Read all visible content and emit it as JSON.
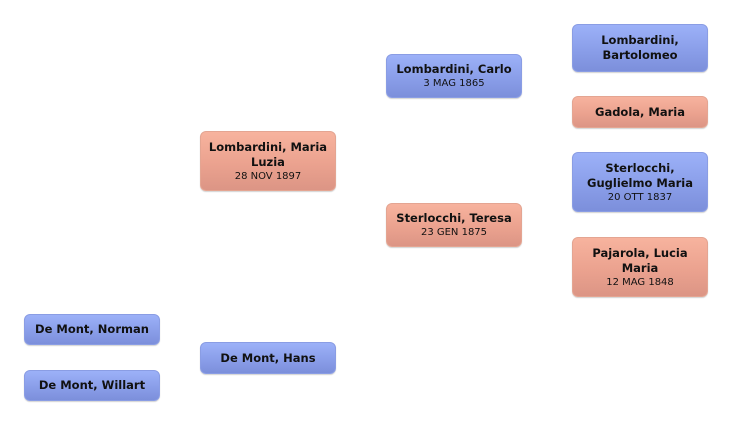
{
  "tree": {
    "people": [
      {
        "id": "lombardini-bartolomeo",
        "name": "Lombardini, Bartolomeo",
        "date": "",
        "sex": "male"
      },
      {
        "id": "gadola-maria",
        "name": "Gadola, Maria",
        "date": "",
        "sex": "female"
      },
      {
        "id": "sterlocchi-guglielmo-maria",
        "name": "Sterlocchi, Guglielmo Maria",
        "date": "20 OTT 1837",
        "sex": "male"
      },
      {
        "id": "pajarola-lucia-maria",
        "name": "Pajarola, Lucia Maria",
        "date": "12 MAG 1848",
        "sex": "female"
      },
      {
        "id": "lombardini-carlo",
        "name": "Lombardini, Carlo",
        "date": "3 MAG 1865",
        "sex": "male"
      },
      {
        "id": "sterlocchi-teresa",
        "name": "Sterlocchi, Teresa",
        "date": "23 GEN 1875",
        "sex": "female"
      },
      {
        "id": "lombardini-maria-luzia",
        "name": "Lombardini, Maria Luzia",
        "date": "28 NOV 1897",
        "sex": "female"
      },
      {
        "id": "de-mont-hans",
        "name": "De Mont, Hans",
        "date": "",
        "sex": "male"
      },
      {
        "id": "de-mont-norman",
        "name": "De Mont, Norman",
        "date": "",
        "sex": "male"
      },
      {
        "id": "de-mont-willart",
        "name": "De Mont, Willart",
        "date": "",
        "sex": "male"
      }
    ]
  }
}
